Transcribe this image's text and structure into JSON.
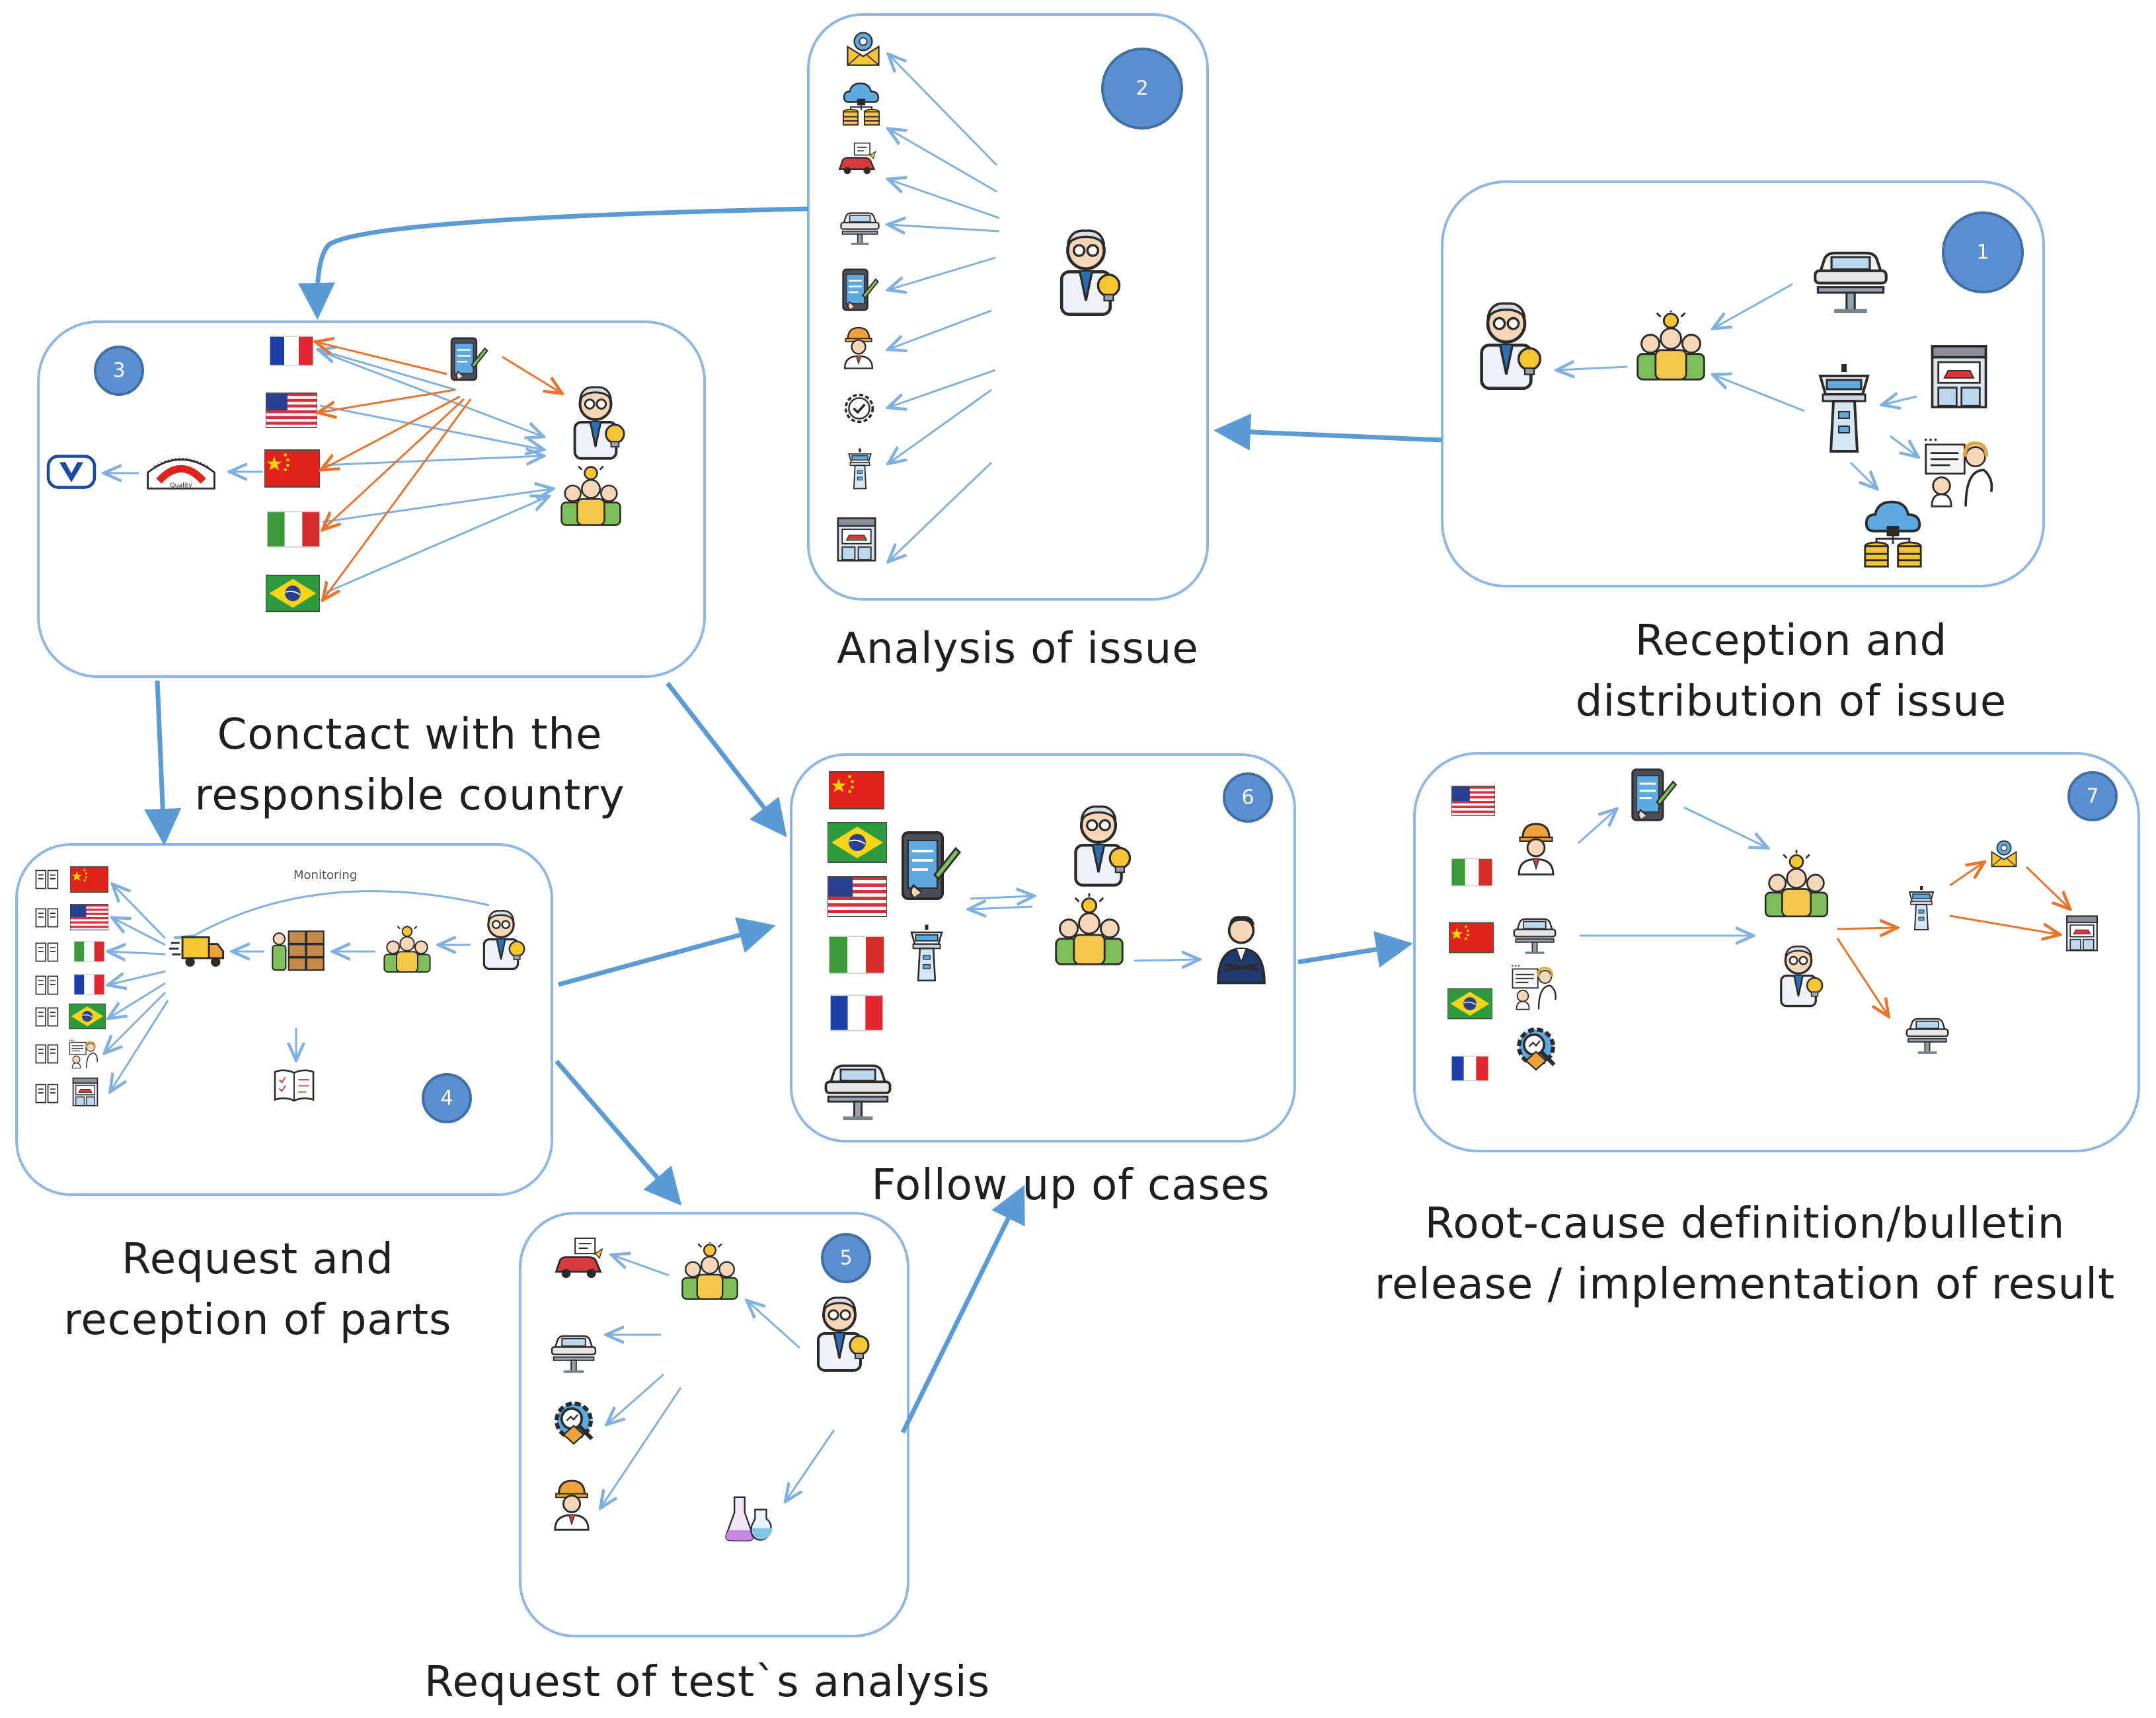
{
  "colors": {
    "panel_border": "#8fb7e6",
    "connector": "#5b9bd5",
    "thin_arrow_blue": "#7fb0e0",
    "thin_arrow_orange": "#e8742c",
    "badge_fill": "#5b8fd0",
    "badge_stroke": "#3f6fa8"
  },
  "steps": [
    {
      "badge": "1",
      "caption_lines": [
        "Reception and",
        "distribution of issue"
      ]
    },
    {
      "badge": "2",
      "caption_lines": [
        "Analysis of issue"
      ]
    },
    {
      "badge": "3",
      "caption_lines": [
        "Conctact with the",
        "responsible country"
      ]
    },
    {
      "badge": "4",
      "caption_lines": [
        "Request and",
        "reception of parts"
      ],
      "inner_label": "Monitoring"
    },
    {
      "badge": "5",
      "caption_lines": [
        "Request of test`s analysis"
      ]
    },
    {
      "badge": "6",
      "caption_lines": [
        "Follow up of cases"
      ]
    },
    {
      "badge": "7",
      "caption_lines": [
        "Root-cause definition/bulletin",
        "release / implementation of result"
      ]
    }
  ],
  "icons": {
    "specialist": "engineer-with-lightbulb-icon",
    "team": "team-with-idea-icon",
    "car_lift": "car-on-lift-icon",
    "control_tower": "control-tower-icon",
    "store": "dealership-store-icon",
    "call_center": "customer-service-icon",
    "cloud_db": "cloud-database-icon",
    "email": "email-pin-icon",
    "crash_car": "damaged-car-icon",
    "tablet": "tablet-checklist-icon",
    "worker": "worker-helmet-icon",
    "gear": "gear-certificate-icon",
    "flag_france": "flag-france-icon",
    "flag_usa": "flag-usa-icon",
    "flag_china": "flag-china-icon",
    "flag_italy": "flag-italy-icon",
    "flag_brazil": "flag-brazil-icon",
    "made_in_china": "made-in-china-quality-stamp-icon",
    "brand": "brand-logo-icon",
    "truck": "delivery-truck-icon",
    "warehouse": "warehouse-boxes-icon",
    "book": "manual-book-icon",
    "chem": "chemistry-flask-icon",
    "gear_search": "gear-magnifier-icon",
    "manager": "manager-icon",
    "parts": "spare-parts-icon"
  }
}
